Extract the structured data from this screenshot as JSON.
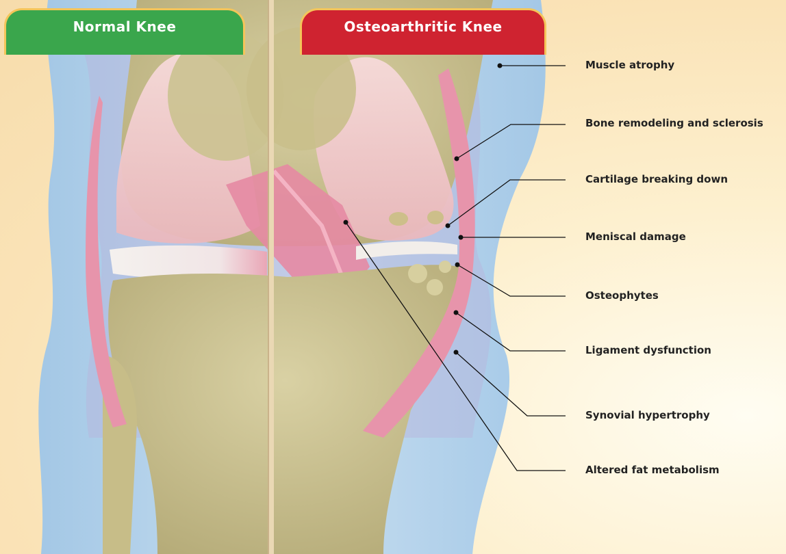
{
  "panels": {
    "normal": "Normal Knee",
    "osteoarthritic": "Osteoarthritic Knee"
  },
  "callouts": [
    "Muscle atrophy",
    "Bone remodeling and sclerosis",
    "Cartilage breaking down",
    "Meniscal damage",
    "Osteophytes",
    "Ligament dysfunction",
    "Synovial hypertrophy",
    "Altered fat metabolism"
  ],
  "colors": {
    "normal_header": "#3aa64c",
    "oa_header": "#cf2330",
    "header_border": "#f4c55a",
    "bone": "#cfc596",
    "cartilage": "#f2c9c9",
    "ligament": "#e58aa3",
    "soft_tissue": "#b9d7ee"
  }
}
